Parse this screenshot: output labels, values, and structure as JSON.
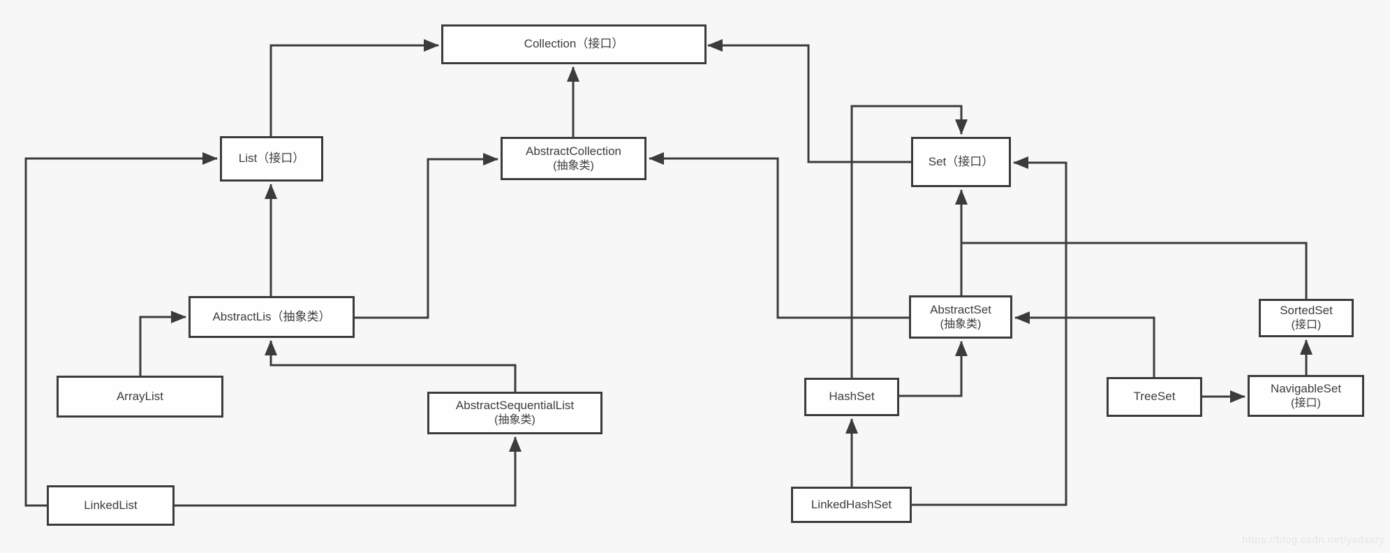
{
  "page": {
    "background": "#f7f7f7",
    "kind": "java-collection-class-hierarchy-diagram"
  },
  "colors": {
    "line": "#3b3b3d",
    "box_border": "#3b3b3d",
    "box_fill": "#fefefe",
    "text": "#3c3c3e",
    "watermark_text": "#e4e4e4"
  },
  "watermark": {
    "text": "https://blog.csdn.net/ysdsxry"
  },
  "nodes": {
    "collection": {
      "line1": "Collection（接口）"
    },
    "list": {
      "line1": "List（接口）"
    },
    "abstractCollection": {
      "line1": "AbstractCollection",
      "line2": "(抽象类)"
    },
    "set": {
      "line1": "Set（接口）"
    },
    "abstractLis": {
      "line1": "AbstractLis（抽象类）"
    },
    "abstractSet": {
      "line1": "AbstractSet",
      "line2": "(抽象类)"
    },
    "sortedSet": {
      "line1": "SortedSet",
      "line2": "(接口)"
    },
    "arrayList": {
      "line1": "ArrayList"
    },
    "abstractSequentialList": {
      "line1": "AbstractSequentialList",
      "line2": "(抽象类)"
    },
    "hashSet": {
      "line1": "HashSet"
    },
    "treeSet": {
      "line1": "TreeSet"
    },
    "navigableSet": {
      "line1": "NavigableSet",
      "line2": "(接口)"
    },
    "linkedList": {
      "line1": "LinkedList"
    },
    "linkedHashSet": {
      "line1": "LinkedHashSet"
    }
  },
  "edges": [
    {
      "from": "List（接口）",
      "to": "Collection（接口）"
    },
    {
      "from": "AbstractCollection",
      "to": "Collection（接口）"
    },
    {
      "from": "Set（接口）",
      "to": "Collection（接口）"
    },
    {
      "from": "LinkedList",
      "to": "List（接口）"
    },
    {
      "from": "AbstractLis（抽象类）",
      "to": "List（接口）"
    },
    {
      "from": "AbstractLis（抽象类）",
      "to": "AbstractCollection"
    },
    {
      "from": "ArrayList",
      "to": "AbstractLis（抽象类）"
    },
    {
      "from": "AbstractSequentialList",
      "to": "AbstractLis（抽象类）"
    },
    {
      "from": "LinkedList",
      "to": "AbstractSequentialList"
    },
    {
      "from": "AbstractSet",
      "to": "AbstractCollection"
    },
    {
      "from": "AbstractSet",
      "to": "Set（接口）"
    },
    {
      "from": "HashSet",
      "to": "Set（接口）"
    },
    {
      "from": "HashSet",
      "to": "AbstractSet"
    },
    {
      "from": "LinkedHashSet",
      "to": "HashSet"
    },
    {
      "from": "LinkedHashSet",
      "to": "Set（接口）"
    },
    {
      "from": "SortedSet",
      "to": "Set（接口）"
    },
    {
      "from": "TreeSet",
      "to": "AbstractSet"
    },
    {
      "from": "TreeSet",
      "to": "NavigableSet"
    },
    {
      "from": "NavigableSet",
      "to": "SortedSet"
    }
  ]
}
